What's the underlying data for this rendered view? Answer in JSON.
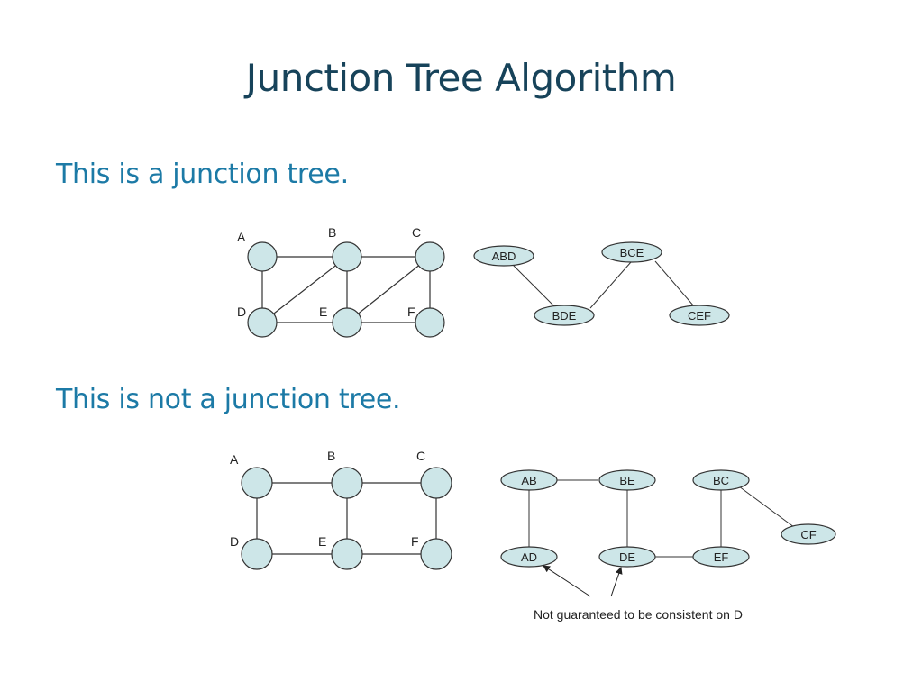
{
  "slide": {
    "title": "Junction Tree Algorithm",
    "caption_valid": "This is a junction tree.",
    "caption_invalid": "This is not a junction tree."
  },
  "colors": {
    "title": "#17435a",
    "caption": "#1c7aa6",
    "node_fill": "#cde6e8",
    "edge": "#333333"
  },
  "valid_example": {
    "graph_nodes": [
      "A",
      "B",
      "C",
      "D",
      "E",
      "F"
    ],
    "graph_edges": [
      [
        "A",
        "B"
      ],
      [
        "B",
        "C"
      ],
      [
        "A",
        "D"
      ],
      [
        "B",
        "E"
      ],
      [
        "C",
        "F"
      ],
      [
        "D",
        "E"
      ],
      [
        "E",
        "F"
      ],
      [
        "B",
        "D"
      ],
      [
        "C",
        "E"
      ]
    ],
    "tree_nodes": [
      "ABD",
      "BCE",
      "BDE",
      "CEF"
    ],
    "tree_edges": [
      [
        "ABD",
        "BDE"
      ],
      [
        "BDE",
        "BCE"
      ],
      [
        "BCE",
        "CEF"
      ]
    ]
  },
  "invalid_example": {
    "graph_nodes": [
      "A",
      "B",
      "C",
      "D",
      "E",
      "F"
    ],
    "graph_edges": [
      [
        "A",
        "B"
      ],
      [
        "B",
        "C"
      ],
      [
        "A",
        "D"
      ],
      [
        "B",
        "E"
      ],
      [
        "C",
        "F"
      ],
      [
        "D",
        "E"
      ],
      [
        "E",
        "F"
      ]
    ],
    "tree_nodes": [
      "AB",
      "BE",
      "BC",
      "CF",
      "AD",
      "DE",
      "EF"
    ],
    "tree_edges": [
      [
        "AB",
        "BE"
      ],
      [
        "AB",
        "AD"
      ],
      [
        "BE",
        "DE"
      ],
      [
        "BC",
        "EF"
      ],
      [
        "BC",
        "CF"
      ],
      [
        "DE",
        "EF"
      ]
    ],
    "annotation": "Not guaranteed to be consistent on D"
  }
}
